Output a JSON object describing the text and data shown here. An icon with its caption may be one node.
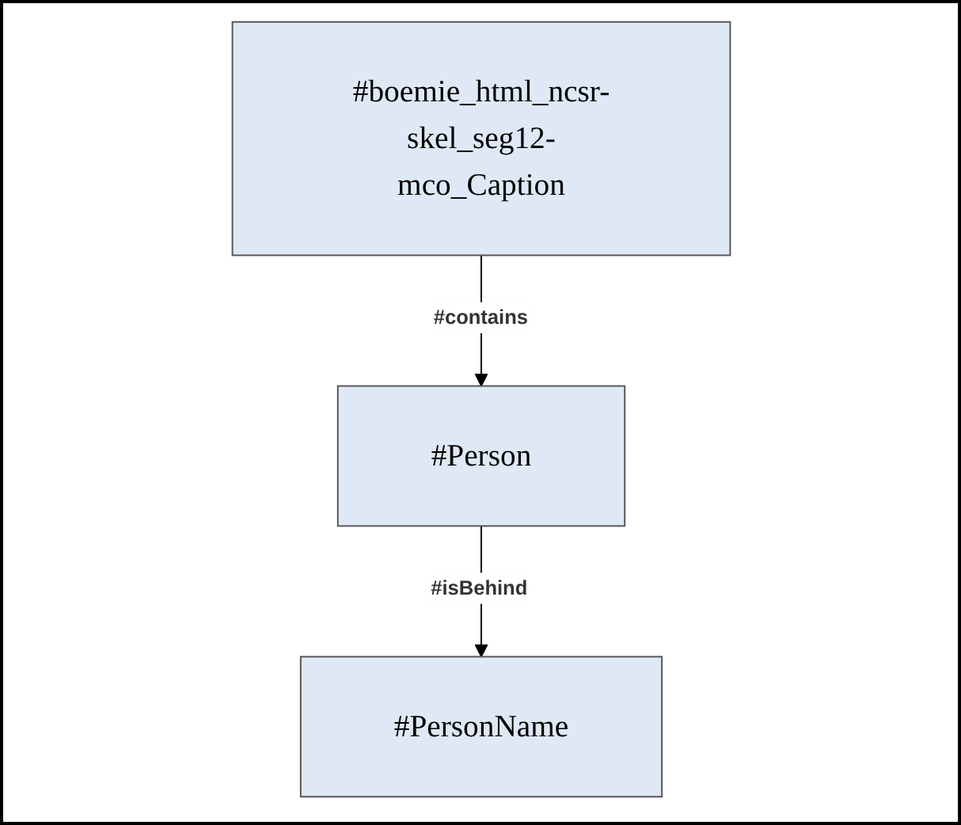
{
  "diagram": {
    "nodes": [
      {
        "text": [
          "#boemie_html_ncsr-skel_seg12-mco_Caption"
        ]
      },
      {
        "text": [
          "#Person"
        ]
      },
      {
        "text": [
          "#PersonName"
        ]
      }
    ],
    "edges": [
      {
        "from": 0,
        "to": 1,
        "arrow": "to",
        "label": "#contains"
      },
      {
        "from": 1,
        "to": 2,
        "arrow": "to",
        "label": "#isBehind"
      }
    ]
  }
}
